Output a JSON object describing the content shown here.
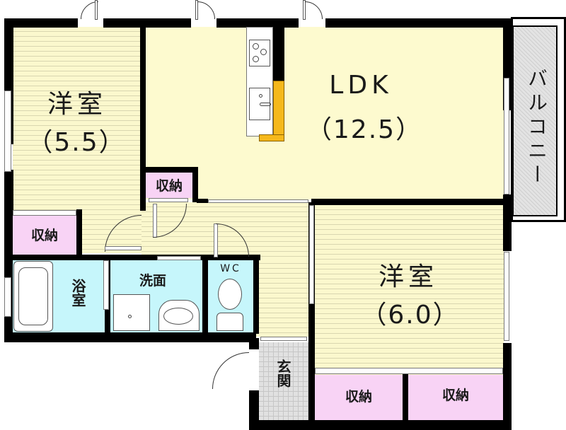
{
  "floorplan": {
    "rooms": {
      "western_room_left": {
        "name": "洋室",
        "size": "（5.5）"
      },
      "ldk": {
        "name": "LDK",
        "size": "（12.5）"
      },
      "balcony": {
        "name": "バルコニー"
      },
      "western_room_right": {
        "name": "洋室",
        "size": "（6.0）"
      },
      "storage_ldk": {
        "name": "収納"
      },
      "storage_left": {
        "name": "収納"
      },
      "bathroom": {
        "name": "浴室"
      },
      "washroom": {
        "name": "洗面"
      },
      "toilet": {
        "name": "WC"
      },
      "entrance": {
        "name": "玄関"
      },
      "storage_bottom_1": {
        "name": "収納"
      },
      "storage_bottom_2": {
        "name": "収納"
      }
    },
    "colors": {
      "wall": "#000000",
      "wood_floor": "#fbf8cd",
      "storage": "#f8d3f5",
      "wet_area": "#c6f6fb",
      "entrance_tile": "#e1e1e1",
      "balcony": "#e3e3e3",
      "kitchen_counter": "#f5b81c"
    }
  }
}
